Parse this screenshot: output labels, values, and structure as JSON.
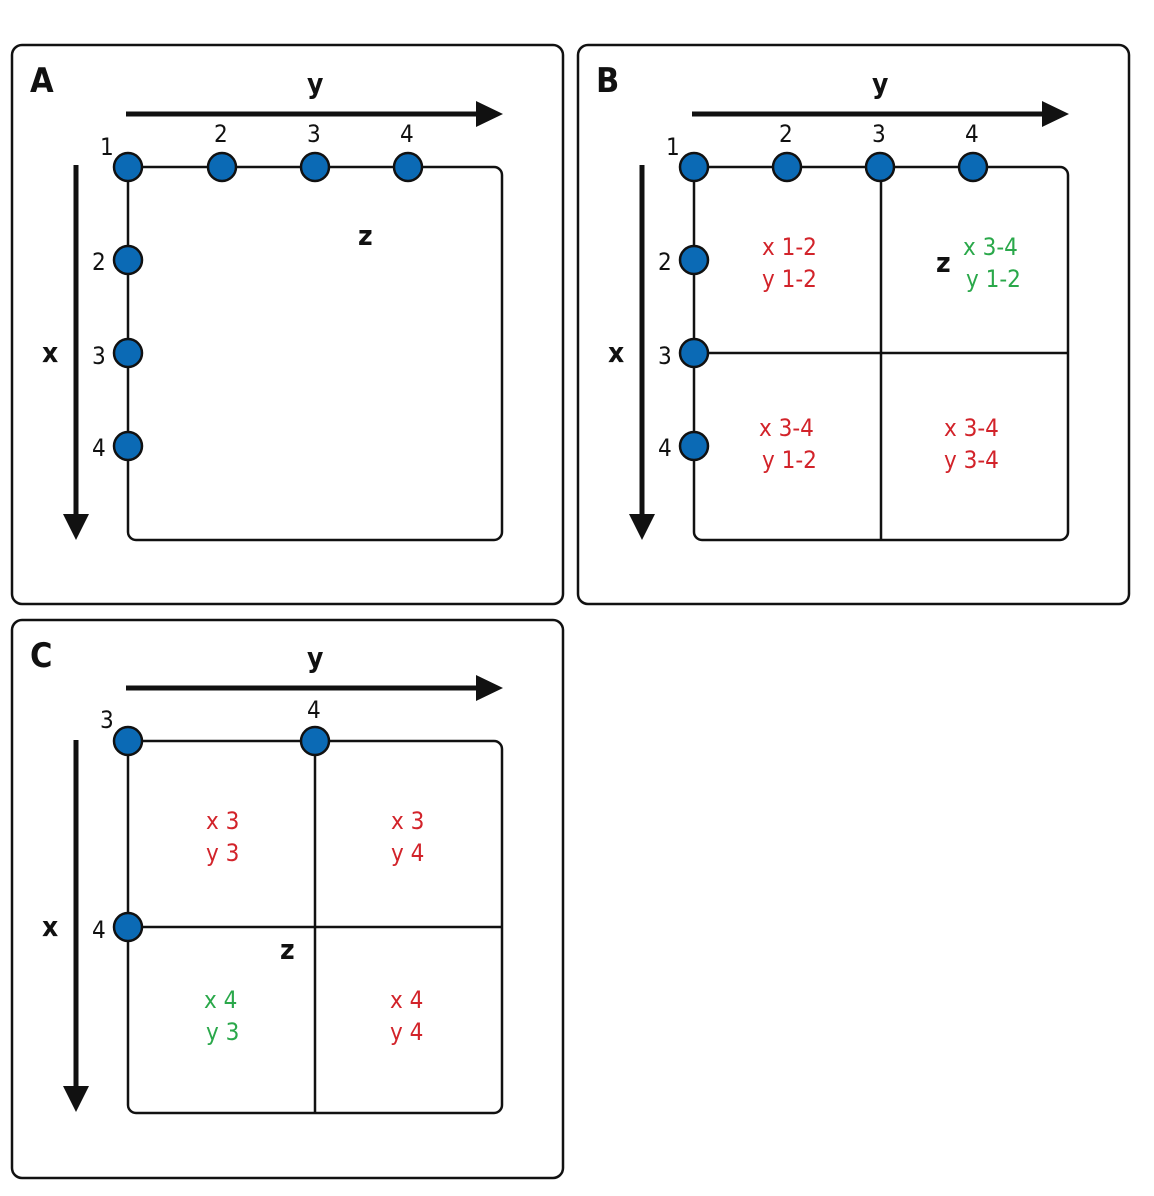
{
  "panels": [
    {
      "letter": "A",
      "y_axis_label": "y",
      "x_axis_label": "x",
      "top_ticks": [
        "1",
        "2",
        "3",
        "4"
      ],
      "left_ticks": [
        "2",
        "3",
        "4"
      ],
      "z_label": "z",
      "cells": []
    },
    {
      "letter": "B",
      "y_axis_label": "y",
      "x_axis_label": "x",
      "top_ticks": [
        "1",
        "2",
        "3",
        "4"
      ],
      "left_ticks": [
        "2",
        "3",
        "4"
      ],
      "z_label": "z",
      "cells": [
        {
          "line1": "x 1-2",
          "line2": "y 1-2",
          "color": "red"
        },
        {
          "line1": "x 3-4",
          "line2": "y 1-2",
          "color": "green"
        },
        {
          "line1": "x 3-4",
          "line2": "y 1-2",
          "color": "red"
        },
        {
          "line1": "x 3-4",
          "line2": "y 3-4",
          "color": "red"
        }
      ]
    },
    {
      "letter": "C",
      "y_axis_label": "y",
      "x_axis_label": "x",
      "top_ticks": [
        "3",
        "4"
      ],
      "left_ticks": [
        "4"
      ],
      "z_label": "z",
      "cells": [
        {
          "line1": "x 3",
          "line2": "y 3",
          "color": "red"
        },
        {
          "line1": "x 3",
          "line2": "y 4",
          "color": "red"
        },
        {
          "line1": "x 4",
          "line2": "y 3",
          "color": "green"
        },
        {
          "line1": "x 4",
          "line2": "y 4",
          "color": "red"
        }
      ]
    }
  ],
  "colors": {
    "dot_fill": "#0b6ab5",
    "highlight_red": "#d2232a",
    "highlight_green": "#2aa84a",
    "line": "#111111"
  }
}
